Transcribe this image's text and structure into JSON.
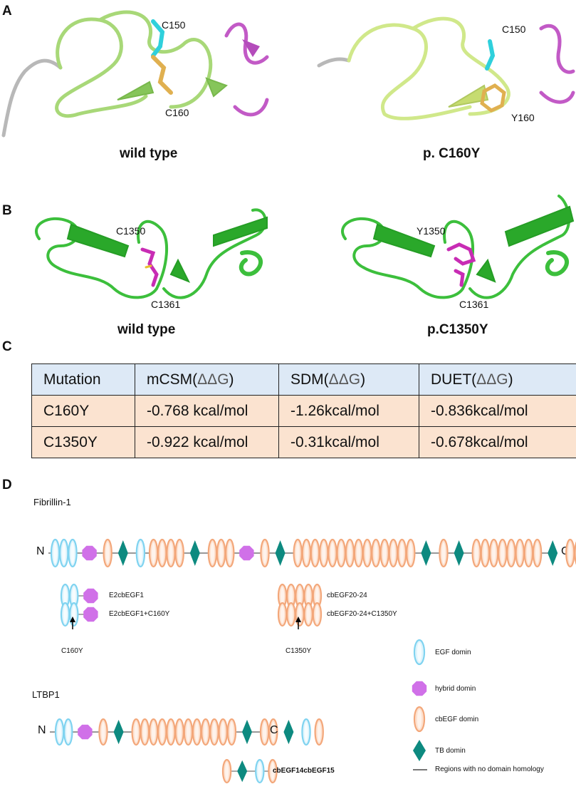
{
  "panel_a": {
    "letter": "A",
    "wt": {
      "label_top": "C150",
      "label_bottom": "C160",
      "caption": "wild type"
    },
    "mut": {
      "label_top": "C150",
      "label_bottom": "Y160",
      "caption": "p. C160Y"
    }
  },
  "panel_b": {
    "letter": "B",
    "wt": {
      "label_top": "C1350",
      "label_bottom": "C1361",
      "caption": "wild type"
    },
    "mut": {
      "label_top": "Y1350",
      "label_bottom": "C1361",
      "caption": "p.C1350Y"
    }
  },
  "panel_c": {
    "letter": "C",
    "headers": [
      {
        "pre": "Mutation",
        "delta": ""
      },
      {
        "pre": "mCSM(",
        "delta": "ΔΔG",
        "post": ")"
      },
      {
        "pre": "SDM(",
        "delta": "ΔΔG",
        "post": ")"
      },
      {
        "pre": "DUET(",
        "delta": "ΔΔG",
        "post": ")"
      }
    ],
    "rows": [
      [
        "C160Y",
        "-0.768 kcal/mol",
        "-1.26kcal/mol",
        "-0.836kcal/mol"
      ],
      [
        "C1350Y",
        "-0.922 kcal/mol",
        "-0.31kcal/mol",
        "-0.678kcal/mol"
      ]
    ]
  },
  "panel_d": {
    "letter": "D",
    "fibrillin_title": "Fibrillin-1",
    "n_term": "N",
    "c_term": "C",
    "fragments": {
      "e2": "E2cbEGF1",
      "e2_mut": "E2cbEGF1+C160Y",
      "cb20": "cbEGF20-24",
      "cb20_mut": "cbEGF20-24+C1350Y",
      "arrow1": "C160Y",
      "arrow2": "C1350Y",
      "ltbp_frag": "cbEGF14cbEGF15"
    },
    "ltbp_title": "LTBP1",
    "legend": [
      "EGF domin",
      "hybrid domin",
      "cbEGF domin",
      "TB domin",
      "Regions with no domain homology"
    ],
    "colors": {
      "egf": "#7fd3f0",
      "hybrid": "#d070e8",
      "cbegf": "#f3a77a",
      "tb": "#0d8a80"
    }
  }
}
